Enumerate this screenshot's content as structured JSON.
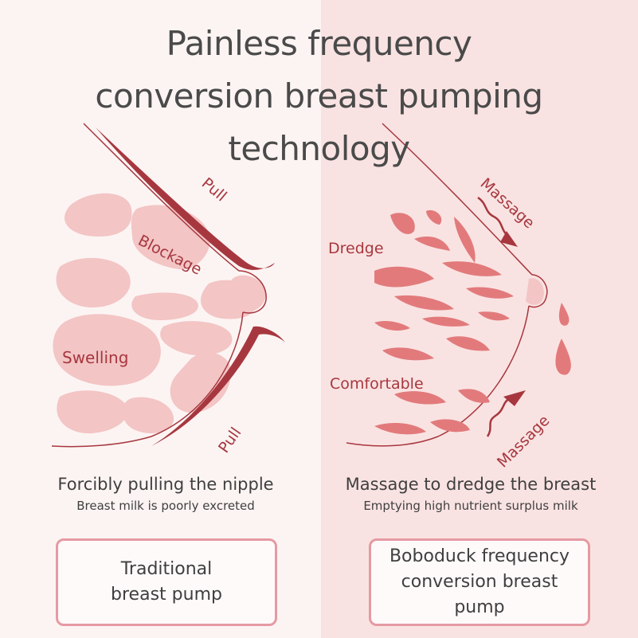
{
  "title": {
    "line1": "Painless frequency",
    "line2": "conversion breast pumping",
    "line3": "technology"
  },
  "left_panel": {
    "labels": {
      "pull_top": "Pull",
      "blockage": "Blockage",
      "swelling": "Swelling",
      "pull_bottom": "Pull"
    },
    "caption": "Forcibly pulling the nipple",
    "subcaption": "Breast milk is poorly excreted",
    "box_line1": "Traditional",
    "box_line2": "breast pump"
  },
  "right_panel": {
    "labels": {
      "massage_top": "Massage",
      "dredge": "Dredge",
      "comfortable": "Comfortable",
      "massage_bottom": "Massage"
    },
    "caption": "Massage to dredge the breast",
    "subcaption": "Emptying high nutrient surplus milk",
    "box_line1": "Boboduck frequency",
    "box_line2": "conversion breast",
    "box_line3": "pump"
  },
  "colors": {
    "dark_red": "#a7373f",
    "light_pink": "#f3c5c5",
    "coral": "#e27a7c",
    "box_border": "#e59aa3",
    "text": "#3f3f3f"
  }
}
